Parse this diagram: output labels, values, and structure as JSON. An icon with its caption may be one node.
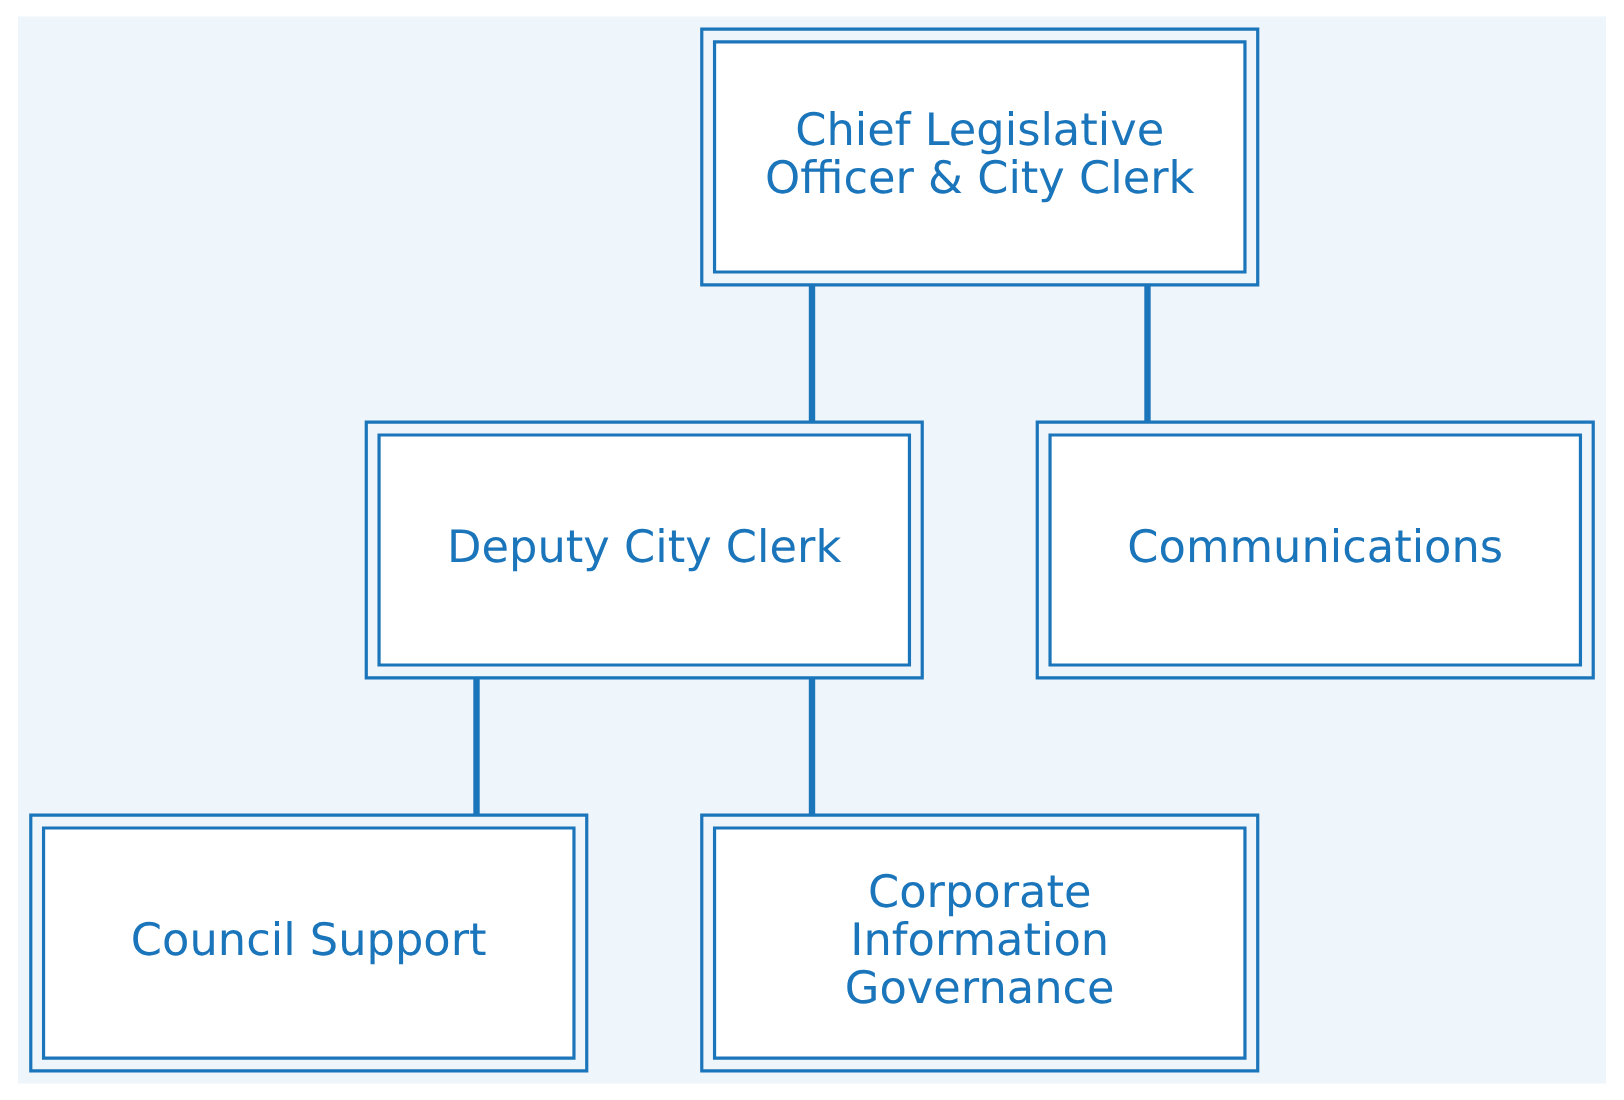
{
  "diagram": {
    "nodes": [
      {
        "text": [
          "Chief Legislative Officer & City Clerk"
        ]
      },
      {
        "text": [
          "Deputy City Clerk"
        ]
      },
      {
        "text": [
          "Communications"
        ]
      },
      {
        "text": [
          "Council Support"
        ]
      },
      {
        "text": [
          "Corporate Information Governance"
        ]
      }
    ],
    "edges": [
      {
        "from": 0,
        "to": 1,
        "arrow": "none"
      },
      {
        "from": 0,
        "to": 2,
        "arrow": "none"
      },
      {
        "from": 1,
        "to": 3,
        "arrow": "none"
      },
      {
        "from": 1,
        "to": 4,
        "arrow": "none"
      }
    ]
  }
}
